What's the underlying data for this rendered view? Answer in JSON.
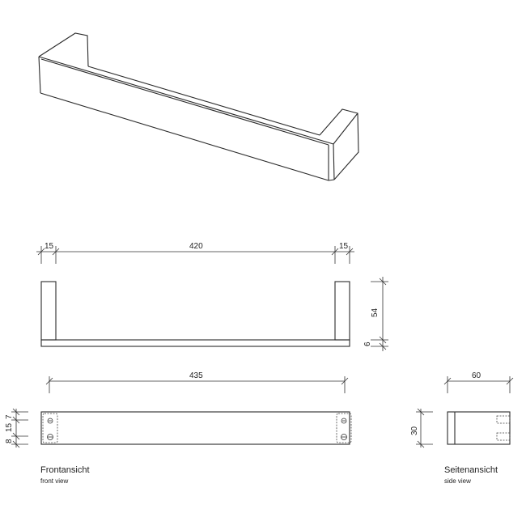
{
  "drawing": {
    "isometric_view": {
      "description": "towel bar perspective"
    },
    "front_view_top": {
      "dim_left_post": "15",
      "dim_span": "420",
      "dim_right_post": "15",
      "dim_height": "54",
      "dim_base": "6"
    },
    "front_view": {
      "dim_length": "435",
      "dim_left_stack": [
        "7",
        "15",
        "8"
      ],
      "title": "Frontansicht",
      "subtitle": "front view"
    },
    "side_view": {
      "dim_depth": "60",
      "dim_height": "30",
      "title": "Seitenansicht",
      "subtitle": "side view"
    }
  },
  "colors": {
    "line": "#2a2a2a",
    "background": "#ffffff"
  }
}
